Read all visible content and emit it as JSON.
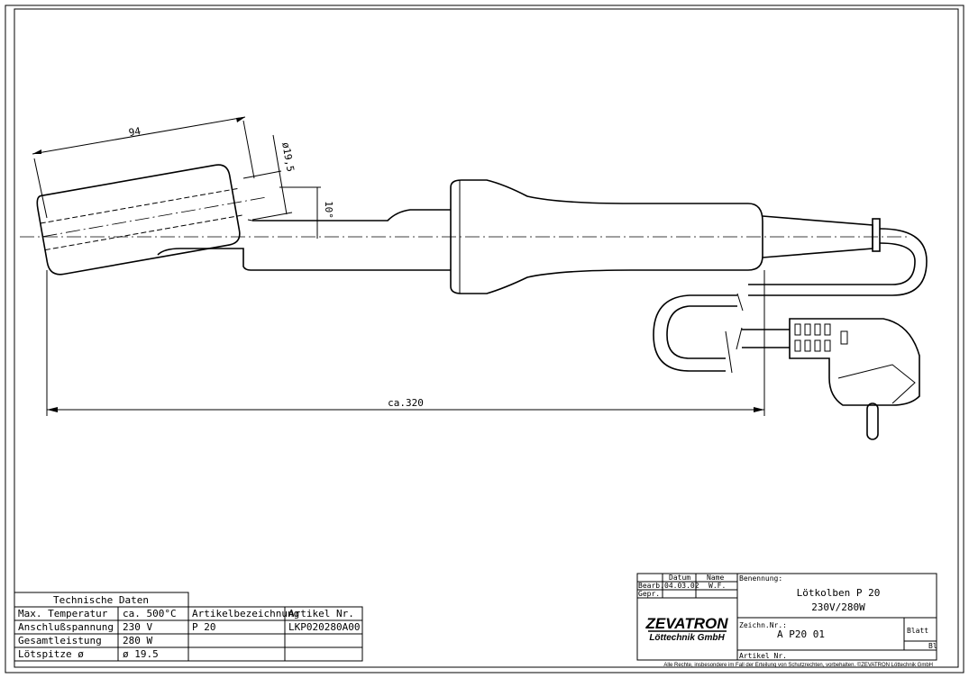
{
  "dimensions": {
    "tip_length": "94",
    "tip_diameter": "ø19,5",
    "angle": "10°",
    "overall_length": "ca.320"
  },
  "tech_table": {
    "title": "Technische Daten",
    "rows": [
      {
        "label": "Max. Temperatur",
        "value": "ca. 500°C"
      },
      {
        "label": "Anschlußspannung",
        "value": "230 V"
      },
      {
        "label": "Gesamtleistung",
        "value": "280 W"
      },
      {
        "label": "Lötspitze ø",
        "value": "ø 19.5"
      }
    ]
  },
  "article_table": {
    "col1_header": "Artikelbezeichnung",
    "col2_header": "Artikel Nr.",
    "col1_value": "P 20",
    "col2_value": "LKP020280A00"
  },
  "title_block": {
    "datum_header": "Datum",
    "name_header": "Name",
    "bearb_label": "Bearb.",
    "bearb_date": "04.03.02",
    "bearb_name": "W.F.",
    "gepr_label": "Gepr.",
    "benennung_label": "Benennung:",
    "benennung_line1": "Lötkolben P 20",
    "benennung_line2": "230V/280W",
    "company_logo": "ZEVATRON",
    "company_sub": "Löttechnik GmbH",
    "zeichn_label": "Zeichn.Nr.:",
    "zeichn_value": "A P20 01",
    "blatt_label": "Blatt",
    "bl_label": "Bl",
    "artikel_label": "Artikel Nr."
  },
  "copyright": "Alle Rechte, insbesondere im Fall der Erteilung von Schutzrechten, vorbehalten. ©ZEVATRON Löttechnik GmbH"
}
